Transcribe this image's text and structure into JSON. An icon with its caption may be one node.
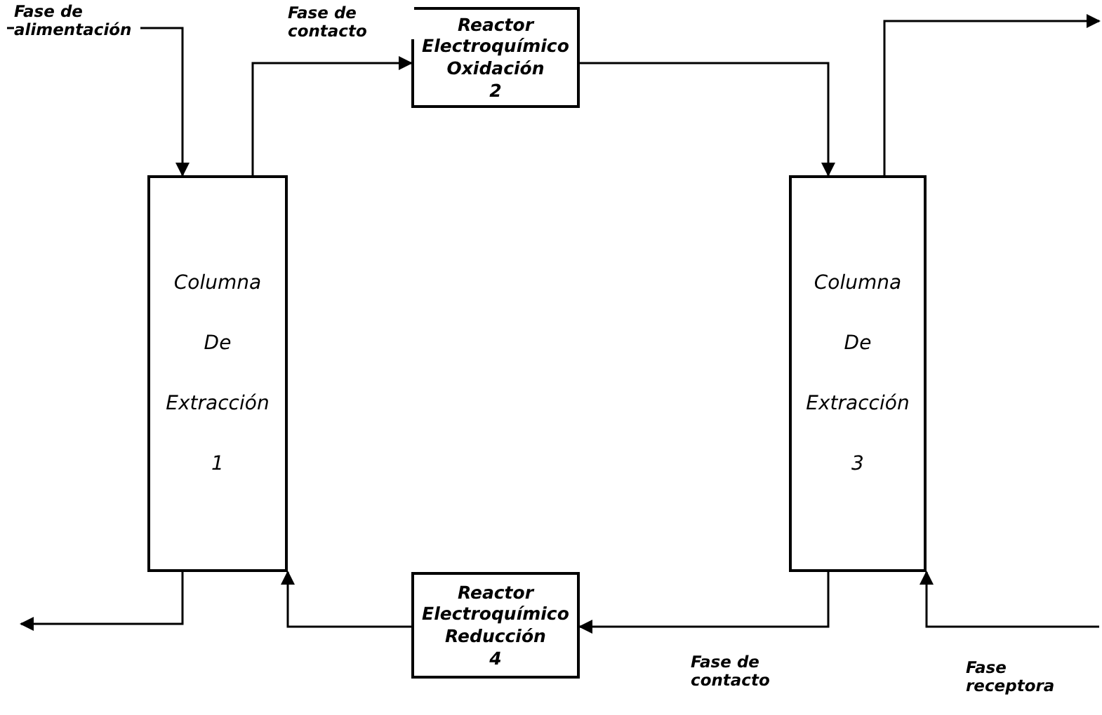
{
  "diagram": {
    "nodes": [
      {
        "text": [
          "Columna",
          "De",
          "Extracción",
          "1"
        ]
      },
      {
        "text": [
          "Reactor Electroquímico Oxidación",
          "2"
        ]
      },
      {
        "text": [
          "Columna",
          "De",
          "Extracción",
          "3"
        ]
      },
      {
        "text": [
          "Reactor Electroquímico Reducción",
          "4"
        ]
      }
    ],
    "edges": [
      {
        "from": null,
        "to": 0,
        "arrow": "to",
        "label": "Fase de alimentación"
      },
      {
        "from": 0,
        "to": 1,
        "arrow": "to",
        "label": "Fase de contacto"
      },
      {
        "from": 1,
        "to": 2,
        "arrow": "to"
      },
      {
        "from": 2,
        "to": null,
        "arrow": "to"
      },
      {
        "from": 2,
        "to": 3,
        "arrow": "to",
        "label": "Fase de contacto"
      },
      {
        "from": 3,
        "to": 0,
        "arrow": "to"
      },
      {
        "from": null,
        "to": 2,
        "arrow": "to",
        "label": "Fase receptora"
      },
      {
        "from": 0,
        "to": null,
        "arrow": "to"
      }
    ]
  }
}
